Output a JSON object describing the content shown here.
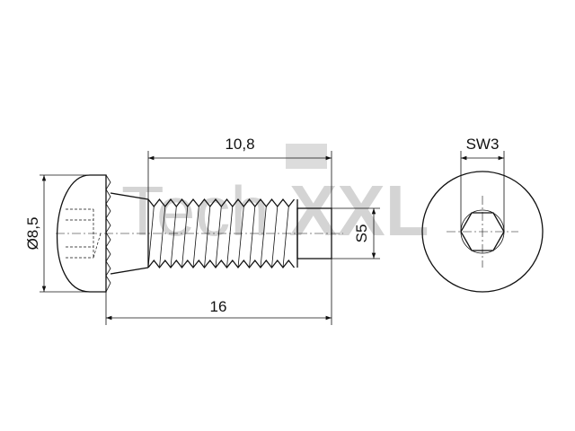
{
  "dimensions": {
    "head_diameter": "Ø8,5",
    "thread_length": "10,8",
    "total_length": "16",
    "thread_size": "S5",
    "hex_socket": "SW3"
  },
  "watermark": {
    "text": "TechXXL"
  },
  "colors": {
    "line": "#111111",
    "watermark": "#d4d4d4",
    "background": "#ffffff"
  }
}
